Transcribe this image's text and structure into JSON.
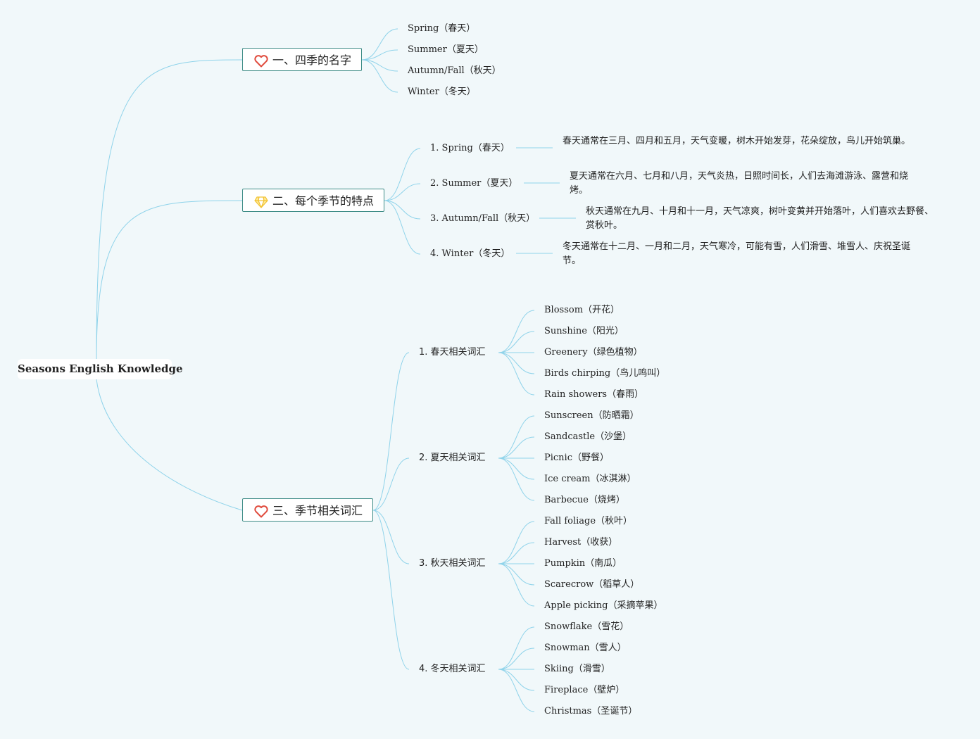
{
  "root": {
    "label": "Seasons English Knowledge"
  },
  "branches": [
    {
      "label": "一、四季的名字",
      "icon": "heart-icon",
      "children": [
        {
          "label": "Spring（春天）"
        },
        {
          "label": "Summer（夏天）"
        },
        {
          "label": "Autumn/Fall（秋天）"
        },
        {
          "label": "Winter（冬天）"
        }
      ]
    },
    {
      "label": "二、每个季节的特点",
      "icon": "diamond-icon",
      "children": [
        {
          "label": "1. Spring（春天）",
          "description": "春天通常在三月、四月和五月，天气变暖，树木开始发芽，花朵绽放，鸟儿开始筑巢。"
        },
        {
          "label": "2. Summer（夏天）",
          "description": "夏天通常在六月、七月和八月，天气炎热，日照时间长，人们去海滩游泳、露营和烧烤。"
        },
        {
          "label": "3. Autumn/Fall（秋天）",
          "description": "秋天通常在九月、十月和十一月，天气凉爽，树叶变黄并开始落叶，人们喜欢去野餐、赏秋叶。"
        },
        {
          "label": "4. Winter（冬天）",
          "description": "冬天通常在十二月、一月和二月，天气寒冷，可能有雪，人们滑雪、堆雪人、庆祝圣诞节。"
        }
      ]
    },
    {
      "label": "三、季节相关词汇",
      "icon": "heart-icon",
      "children": [
        {
          "label": "1. 春天相关词汇",
          "words": [
            "Blossom（开花）",
            "Sunshine（阳光）",
            "Greenery（绿色植物）",
            "Birds chirping（鸟儿鸣叫）",
            "Rain showers（春雨）"
          ]
        },
        {
          "label": "2. 夏天相关词汇",
          "words": [
            "Sunscreen（防晒霜）",
            "Sandcastle（沙堡）",
            "Picnic（野餐）",
            "Ice cream（冰淇淋）",
            "Barbecue（烧烤）"
          ]
        },
        {
          "label": "3. 秋天相关词汇",
          "words": [
            "Fall foliage（秋叶）",
            "Harvest（收获）",
            "Pumpkin（南瓜）",
            "Scarecrow（稻草人）",
            "Apple picking（采摘苹果）"
          ]
        },
        {
          "label": "4. 冬天相关词汇",
          "words": [
            "Snowflake（雪花）",
            "Snowman（雪人）",
            "Skiing（滑雪）",
            "Fireplace（壁炉）",
            "Christmas（圣诞节）"
          ]
        }
      ]
    }
  ],
  "colors": {
    "background": "#f1f8fa",
    "edge": "#8fd3ea",
    "branch_border": "#3e8c86",
    "heart": "#e04a3c",
    "diamond": "#f2c230"
  }
}
